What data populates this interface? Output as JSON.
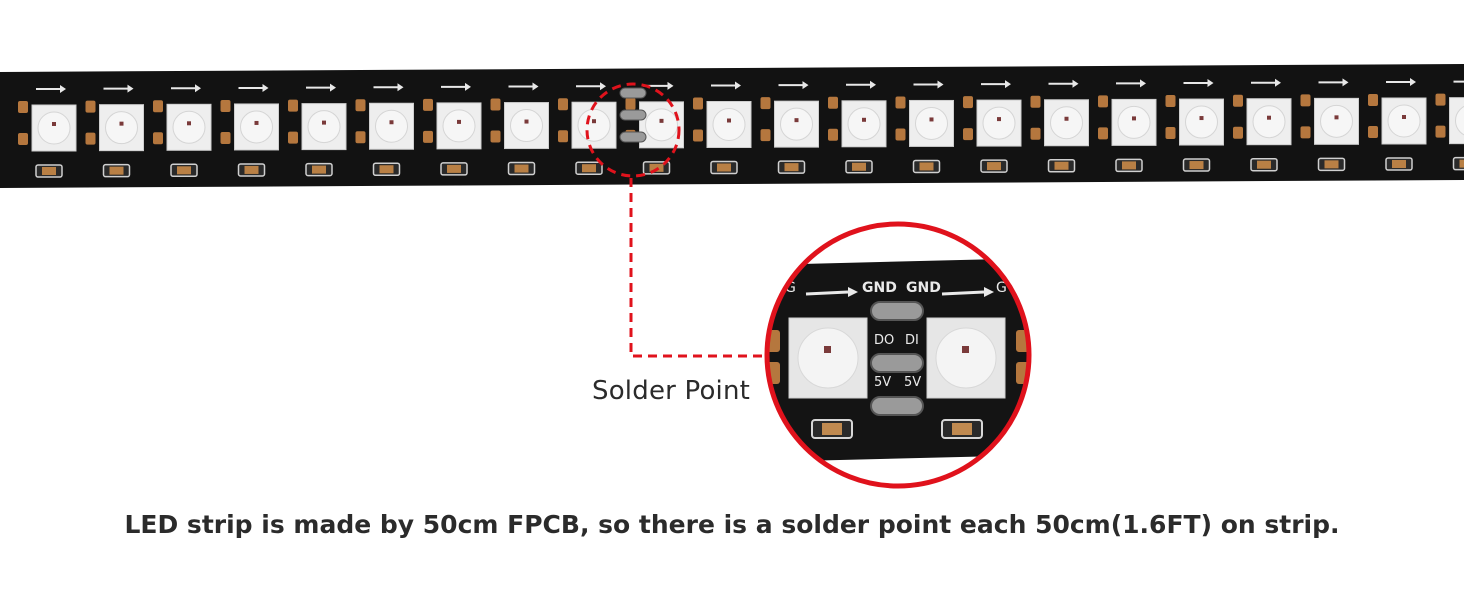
{
  "strip": {
    "silkscreen_gnd": "GND",
    "silkscreen_do": "DO",
    "silkscreen_di": "DI",
    "silkscreen_5v": "5V",
    "silkscreen_g": "G",
    "led_count": 22
  },
  "callout": {
    "label": "Solder Point"
  },
  "caption": "LED strip is made by 50cm FPCB, so there is a solder point each 50cm(1.6FT) on strip.",
  "colors": {
    "pcb": "#121212",
    "led_body": "#eeeeee",
    "pad_copper": "#b5773e",
    "callout_red": "#e0121c",
    "text": "#2b2b2b"
  }
}
